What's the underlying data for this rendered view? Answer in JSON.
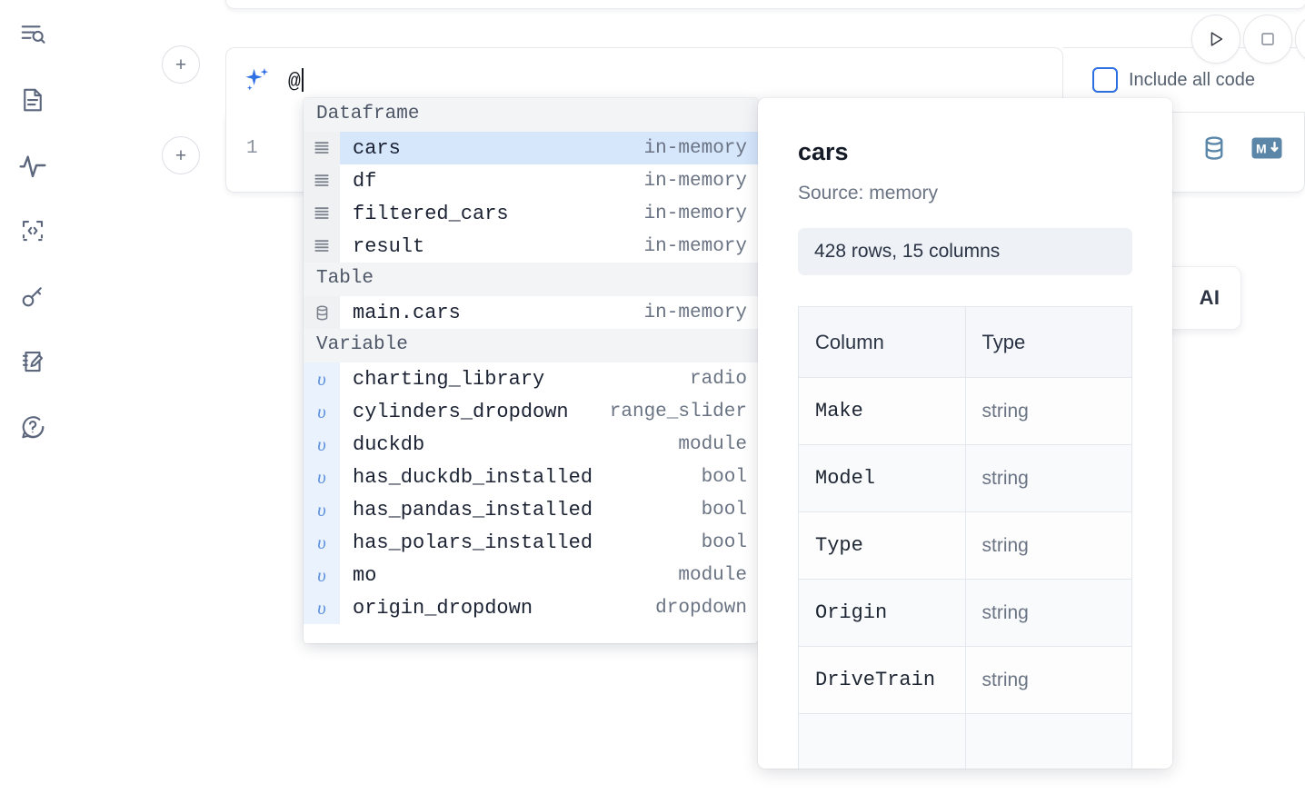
{
  "sidebar": {
    "items": [
      {
        "name": "search-in-document-icon",
        "label": "Search"
      },
      {
        "name": "file-text-icon",
        "label": "Notebook"
      },
      {
        "name": "activity-pulse-icon",
        "label": "Activity"
      },
      {
        "name": "code-brackets-icon",
        "label": "Snippets"
      },
      {
        "name": "key-icon",
        "label": "Secrets"
      },
      {
        "name": "scratchpad-edit-icon",
        "label": "Scratchpad"
      },
      {
        "name": "help-chat-icon",
        "label": "Help"
      }
    ]
  },
  "toolbar": {
    "run_label": "Run",
    "stop_label": "Stop",
    "include_all_code_label": "Include all code",
    "include_all_code_checked": false
  },
  "ai_prompt": {
    "value": "@",
    "sparkle_icon": "ai-sparkle-icon"
  },
  "code_cell": {
    "line_number": "1",
    "sql_icon_label": "SQL",
    "markdown_icon_label": "M↓"
  },
  "ai_chip": {
    "text": "AI"
  },
  "autocomplete": {
    "groups": [
      {
        "label": "Dataframe",
        "icon": "dataframe-rows-icon",
        "gutter_kind": "dataframe",
        "items": [
          {
            "name": "cars",
            "kind": "in-memory",
            "selected": true
          },
          {
            "name": "df",
            "kind": "in-memory",
            "selected": false
          },
          {
            "name": "filtered_cars",
            "kind": "in-memory",
            "selected": false
          },
          {
            "name": "result",
            "kind": "in-memory",
            "selected": false
          }
        ]
      },
      {
        "label": "Table",
        "icon": "database-cylinder-icon",
        "gutter_kind": "table",
        "items": [
          {
            "name": "main.cars",
            "kind": "in-memory",
            "selected": false
          }
        ]
      },
      {
        "label": "Variable",
        "icon": "variable-upsilon-icon",
        "gutter_kind": "variable",
        "items": [
          {
            "name": "charting_library",
            "kind": "radio",
            "selected": false
          },
          {
            "name": "cylinders_dropdown",
            "kind": "range_slider",
            "selected": false
          },
          {
            "name": "duckdb",
            "kind": "module",
            "selected": false
          },
          {
            "name": "has_duckdb_installed",
            "kind": "bool",
            "selected": false
          },
          {
            "name": "has_pandas_installed",
            "kind": "bool",
            "selected": false
          },
          {
            "name": "has_polars_installed",
            "kind": "bool",
            "selected": false
          },
          {
            "name": "mo",
            "kind": "module",
            "selected": false
          },
          {
            "name": "origin_dropdown",
            "kind": "dropdown",
            "selected": false
          }
        ]
      }
    ],
    "variable_glyph": "υ"
  },
  "doc_panel": {
    "title": "cars",
    "source": "Source: memory",
    "shape": "428 rows, 15 columns",
    "table": {
      "headers": [
        "Column",
        "Type"
      ],
      "rows": [
        {
          "column": "Make",
          "type": "string"
        },
        {
          "column": "Model",
          "type": "string"
        },
        {
          "column": "Type",
          "type": "string"
        },
        {
          "column": "Origin",
          "type": "string"
        },
        {
          "column": "DriveTrain",
          "type": "string"
        }
      ]
    }
  },
  "colors": {
    "accent_blue": "#2b6fe0",
    "selection_blue": "#d6e6fb",
    "sidebar_icon": "#5c677d",
    "lang_icon": "#5b86a8"
  }
}
